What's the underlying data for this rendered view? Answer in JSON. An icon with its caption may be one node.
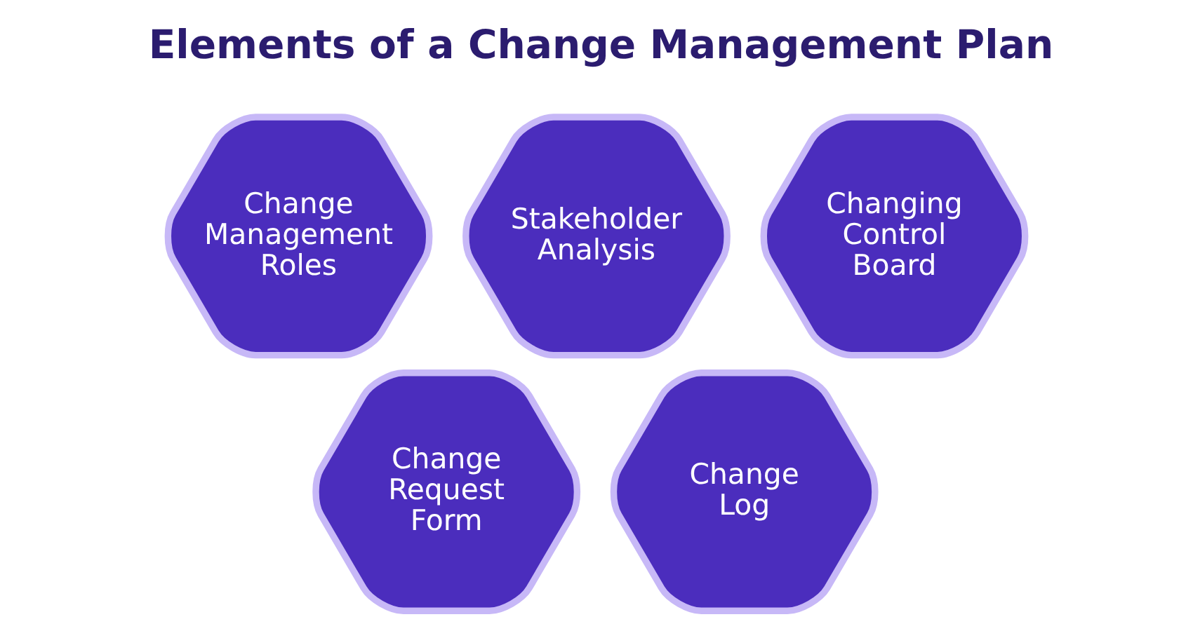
{
  "diagram": {
    "title": "Elements of a Change Management Plan",
    "nodes": [
      {
        "text": [
          "Change Management Roles"
        ]
      },
      {
        "text": [
          "Stakeholder Analysis"
        ]
      },
      {
        "text": [
          "Changing Control Board"
        ]
      },
      {
        "text": [
          "Change Request Form"
        ]
      },
      {
        "text": [
          "Change Log"
        ]
      }
    ]
  }
}
